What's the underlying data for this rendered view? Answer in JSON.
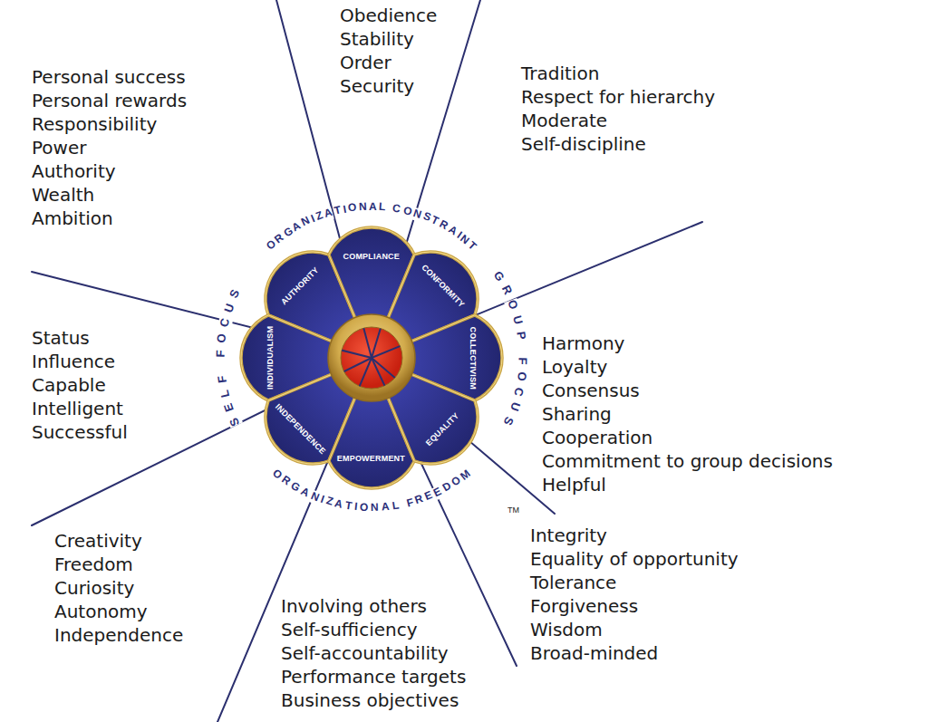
{
  "diagram": {
    "nodes": [
      {
        "text": [
          "AUTHORITY"
        ]
      },
      {
        "text": [
          "COMPLIANCE"
        ]
      },
      {
        "text": [
          "CONFORMITY"
        ]
      },
      {
        "text": [
          "INDIVIDUALISM"
        ]
      },
      {
        "text": [
          "COLLECTIVISM"
        ]
      },
      {
        "text": [
          "INDEPENDENCE"
        ]
      },
      {
        "text": [
          "EMPOWERMENT"
        ]
      },
      {
        "text": [
          "EQUALITY"
        ]
      }
    ],
    "labels": [
      "Personal success",
      "Personal rewards",
      "Responsibility",
      "Power",
      "Authority",
      "Wealth",
      "Ambition",
      "Obedience",
      "Stability",
      "Order",
      "Security",
      "Tradition",
      "Respect for hierarchy",
      "Moderate",
      "Self-discipline",
      "ORGANIZATIONAL CONSTRAINT",
      "SELF FOCUS",
      "GROUP FOCUS",
      "Status",
      "Influence",
      "Capable",
      "Intelligent",
      "Successful",
      "Harmony",
      "Loyalty",
      "Consensus",
      "Sharing",
      "Cooperation",
      "Commitment to group decisions",
      "Helpful",
      "ORGANIZATIONAL FREEDOM",
      "TM",
      "Integrity",
      "Equality of opportunity",
      "Tolerance",
      "Forgiveness",
      "Wisdom",
      "Broad-minded",
      "Creativity",
      "Freedom",
      "Curiosity",
      "Autonomy",
      "Independence",
      "Involving others",
      "Self-sufficiency",
      "Self-accountability",
      "Performance targets",
      "Business objectives"
    ]
  }
}
